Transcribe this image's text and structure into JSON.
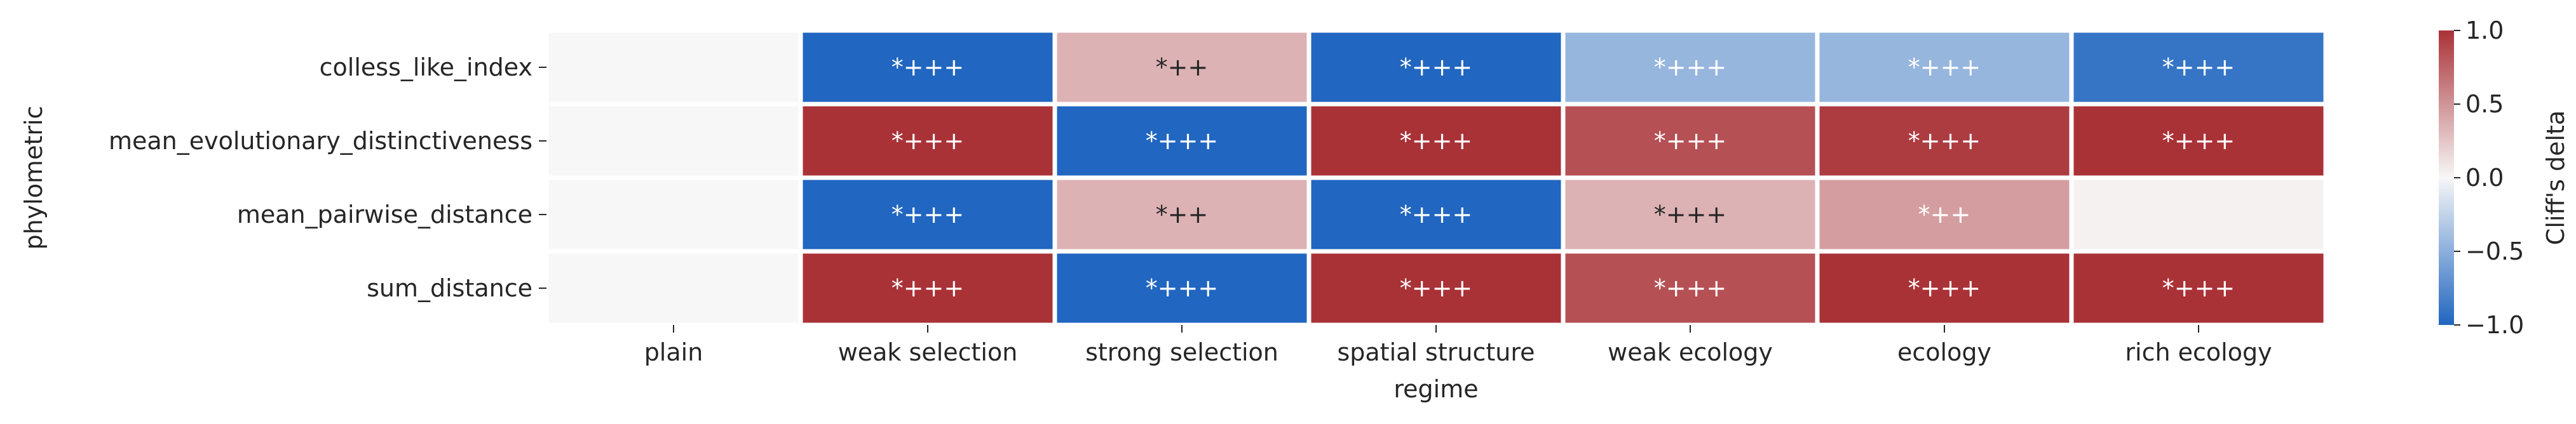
{
  "chart_data": {
    "type": "heatmap",
    "xlabel": "regime",
    "ylabel": "phylometric",
    "x_categories": [
      "plain",
      "weak selection",
      "strong selection",
      "spatial structure",
      "weak ecology",
      "ecology",
      "rich ecology"
    ],
    "y_categories": [
      "colless_like_index",
      "mean_evolutionary_distinctiveness",
      "mean_pairwise_distance",
      "sum_distance"
    ],
    "values": [
      [
        0.0,
        -1.0,
        0.35,
        -1.0,
        -0.45,
        -0.45,
        -0.9
      ],
      [
        0.0,
        1.0,
        -1.0,
        1.0,
        0.85,
        0.95,
        1.0
      ],
      [
        0.0,
        -1.0,
        0.35,
        -1.0,
        0.35,
        0.45,
        0.03
      ],
      [
        0.0,
        1.0,
        -1.0,
        1.0,
        0.85,
        1.0,
        1.0
      ]
    ],
    "annotations": [
      [
        "",
        "*+++",
        "*++",
        "*+++",
        "*+++",
        "*+++",
        "*+++"
      ],
      [
        "",
        "*+++",
        "*+++",
        "*+++",
        "*+++",
        "*+++",
        "*+++"
      ],
      [
        "",
        "*+++",
        "*++",
        "*+++",
        "*+++",
        "*++",
        ""
      ],
      [
        "",
        "*+++",
        "*+++",
        "*+++",
        "*+++",
        "*+++",
        "*+++"
      ]
    ],
    "colormap": {
      "low": "#2166c0",
      "mid": "#f7f7f7",
      "high": "#a93237"
    },
    "annotation_colors": {
      "dark": "#262626",
      "light": "#ffffff"
    },
    "colorbar": {
      "label": "Cliff's delta",
      "range": [
        -1.0,
        1.0
      ],
      "ticks": [
        "−1.0",
        "−0.5",
        "0.0",
        "0.5",
        "1.0"
      ]
    },
    "grid": false,
    "legend": "colorbar-right"
  }
}
